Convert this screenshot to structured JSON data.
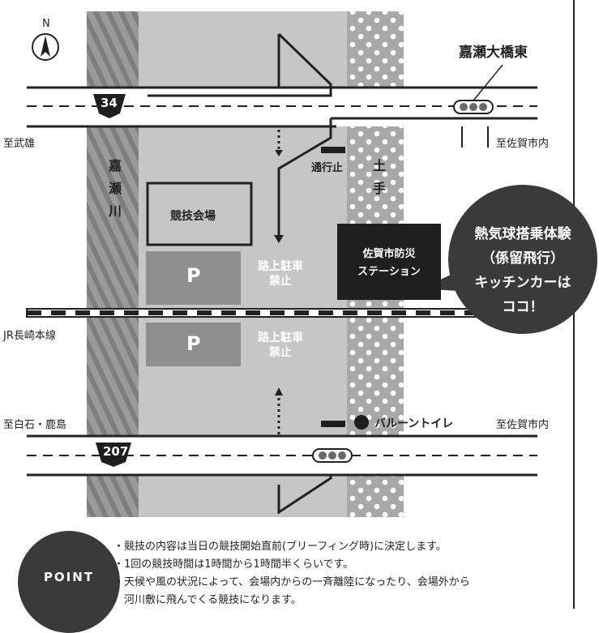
{
  "compass": {
    "label": "N",
    "icon": "north-arrow-icon"
  },
  "roads": {
    "route_top": "34",
    "route_bottom": "207"
  },
  "places": {
    "bridge_east": "嘉瀬大橋東",
    "to_takeo": "至武雄",
    "to_saga_top": "至佐賀市内",
    "to_shiroishi": "至白石・鹿島",
    "to_saga_bottom": "至佐賀市内",
    "railway": "JR長崎本線",
    "river": "嘉瀬川",
    "embankment": "土手",
    "venue": "競技会場",
    "parking_1": "P",
    "parking_2": "P",
    "no_parking_1": "路上駐車\n禁止",
    "no_parking_2": "路上駐車\n禁止",
    "closed": "通行止",
    "station_line1": "佐賀市防災",
    "station_line2": "ステーション",
    "toilet": "バルーントイレ"
  },
  "callout": {
    "line1": "熱気球搭乗体験",
    "line2": "（係留飛行）",
    "line3": "キッチンカーは",
    "line4": "ココ！"
  },
  "point": {
    "badge": "POINT",
    "items": [
      "・競技の内容は当日の競技開始直前(ブリーフィング時)に決定します。",
      "・1回の競技時間は1時間から1時間半くらいです。",
      "・天候や風の状況によって、会場内からの一斉離陸になったり、会場外から",
      "　河川敷に飛んでくる競技になります。"
    ]
  },
  "colors": {
    "field": "#c6c6c6",
    "river": "#9a9a9a",
    "embankment": "#a8a8a8",
    "parking": "#8e8e8e",
    "dark": "#1e1e1e"
  }
}
